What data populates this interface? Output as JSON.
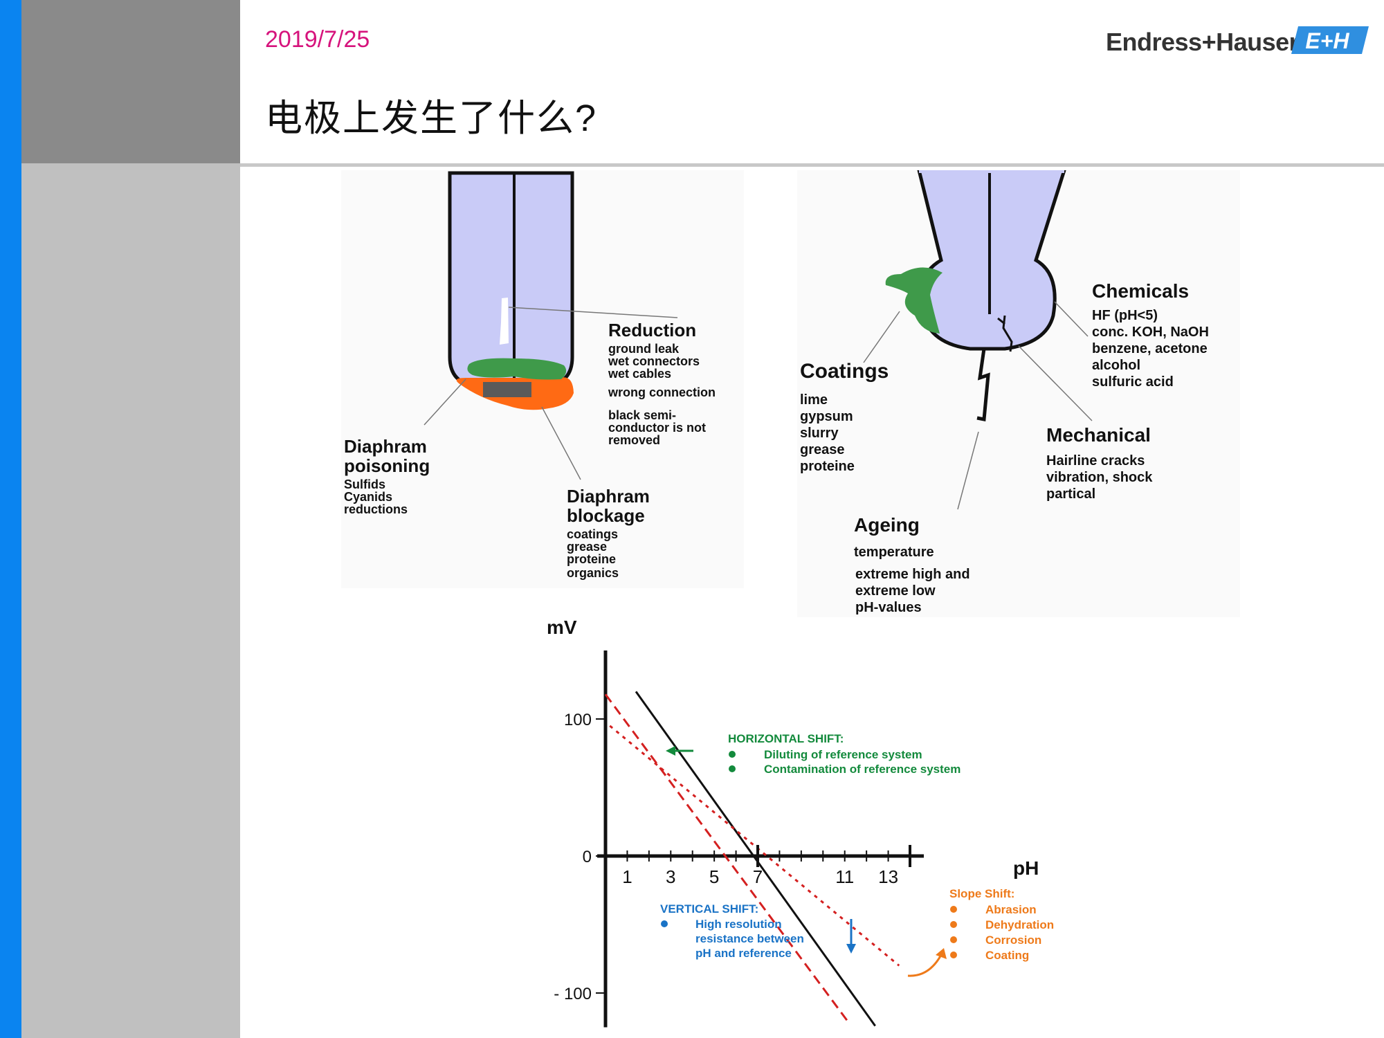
{
  "header": {
    "date": "2019/7/25",
    "title": "电极上发生了什么?",
    "logo_text": "Endress+Hauser",
    "logo_mark": "E+H"
  },
  "left_figure": {
    "reduction": {
      "title": "Reduction",
      "lines": [
        "ground leak",
        "wet connectors",
        "wet cables",
        "wrong connection",
        "black semi-",
        "conductor is not",
        "removed"
      ]
    },
    "diaphram_poisoning": {
      "title_lines": [
        "Diaphram",
        "poisoning"
      ],
      "lines": [
        "Sulfids",
        "Cyanids",
        "reductions"
      ]
    },
    "diaphram_blockage": {
      "title_lines": [
        "Diaphram",
        "blockage"
      ],
      "lines": [
        "coatings",
        "grease",
        "proteine",
        "organics"
      ]
    }
  },
  "right_figure": {
    "chemicals": {
      "title": "Chemicals",
      "lines": [
        "HF (pH<5)",
        "conc. KOH, NaOH",
        "benzene, acetone",
        "alcohol",
        "sulfuric acid"
      ]
    },
    "coatings": {
      "title": "Coatings",
      "lines": [
        "lime",
        "gypsum",
        "slurry",
        "grease",
        "proteine"
      ]
    },
    "mechanical": {
      "title": "Mechanical",
      "lines": [
        "Hairline cracks",
        "vibration, shock",
        "partical"
      ]
    },
    "ageing": {
      "title": "Ageing",
      "lines": [
        "temperature",
        "extreme high and",
        "extreme low",
        "pH-values"
      ]
    }
  },
  "colors": {
    "accent_blue": "#0a84f0",
    "date_pink": "#d6137c",
    "glass": "#c9cbf7",
    "coating_green": "#3f9a4a",
    "deposit_orange": "#ff6a14",
    "shift_green": "#138a3c",
    "shift_blue": "#1a73c6",
    "shift_orange": "#ee7a1a",
    "dashed_red": "#d42020"
  },
  "chart_data": {
    "type": "line",
    "xlabel": "pH",
    "ylabel": "mV",
    "x_ticks": [
      1,
      3,
      5,
      7,
      11,
      13
    ],
    "y_ticks": [
      100,
      0,
      -100
    ],
    "y_tick_labels": [
      "100",
      "0",
      "- 100"
    ],
    "xlim": [
      0,
      14
    ],
    "ylim": [
      -125,
      150
    ],
    "series": [
      {
        "style": "solid",
        "points": [
          [
            1.4,
            120
          ],
          [
            12.4,
            -124
          ]
        ]
      },
      {
        "style": "dashed",
        "points": [
          [
            0,
            118
          ],
          [
            11.2,
            -122
          ]
        ]
      },
      {
        "style": "dotted",
        "points": [
          [
            0.2,
            95
          ],
          [
            13.5,
            -80
          ]
        ]
      }
    ],
    "annotations": {
      "horizontal_shift": {
        "title": "HORIZONTAL SHIFT:",
        "items": [
          "Diluting of reference system",
          "Contamination of reference system"
        ]
      },
      "vertical_shift": {
        "title": "VERTICAL SHIFT:",
        "items": [
          "High resolution",
          "resistance between",
          "pH and reference"
        ]
      },
      "slope_shift": {
        "title": "Slope Shift:",
        "items": [
          "Abrasion",
          "Dehydration",
          "Corrosion",
          "Coating"
        ]
      }
    }
  }
}
